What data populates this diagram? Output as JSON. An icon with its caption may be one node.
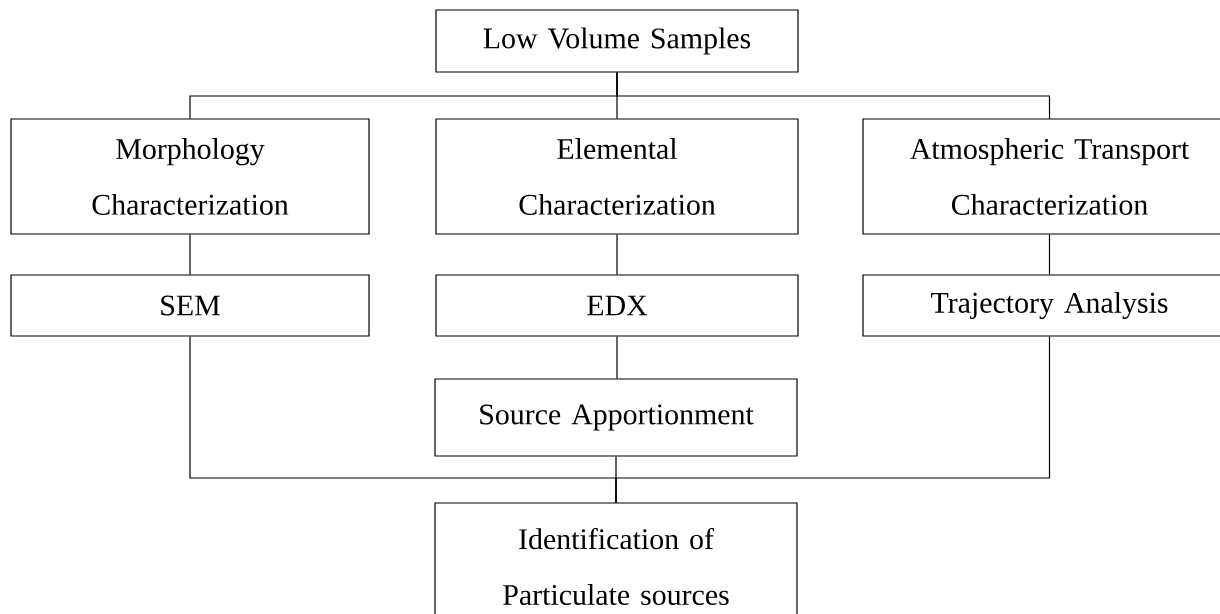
{
  "diagram": {
    "nodes": [
      {
        "text": [
          "Low Volume Samples"
        ]
      },
      {
        "text": [
          "Morphology Characterization"
        ]
      },
      {
        "text": [
          "Elemental Characterization"
        ]
      },
      {
        "text": [
          "Atmospheric Transport Characterization"
        ]
      },
      {
        "text": [
          "SEM"
        ]
      },
      {
        "text": [
          "EDX"
        ]
      },
      {
        "text": [
          "Trajectory Analysis"
        ]
      },
      {
        "text": [
          "Source Apportionment"
        ]
      },
      {
        "text": [
          "Identification of Particulate sources"
        ]
      }
    ],
    "edges": [
      {
        "from": 0,
        "to": 1,
        "arrow": "none"
      },
      {
        "from": 0,
        "to": 2,
        "arrow": "none"
      },
      {
        "from": 0,
        "to": 3,
        "arrow": "none"
      },
      {
        "from": 1,
        "to": 4,
        "arrow": "none"
      },
      {
        "from": 2,
        "to": 5,
        "arrow": "none"
      },
      {
        "from": 3,
        "to": 6,
        "arrow": "none"
      },
      {
        "from": 5,
        "to": 7,
        "arrow": "none"
      },
      {
        "from": 4,
        "to": 8,
        "arrow": "none"
      },
      {
        "from": 7,
        "to": 8,
        "arrow": "none"
      },
      {
        "from": 6,
        "to": 8,
        "arrow": "none"
      }
    ]
  }
}
